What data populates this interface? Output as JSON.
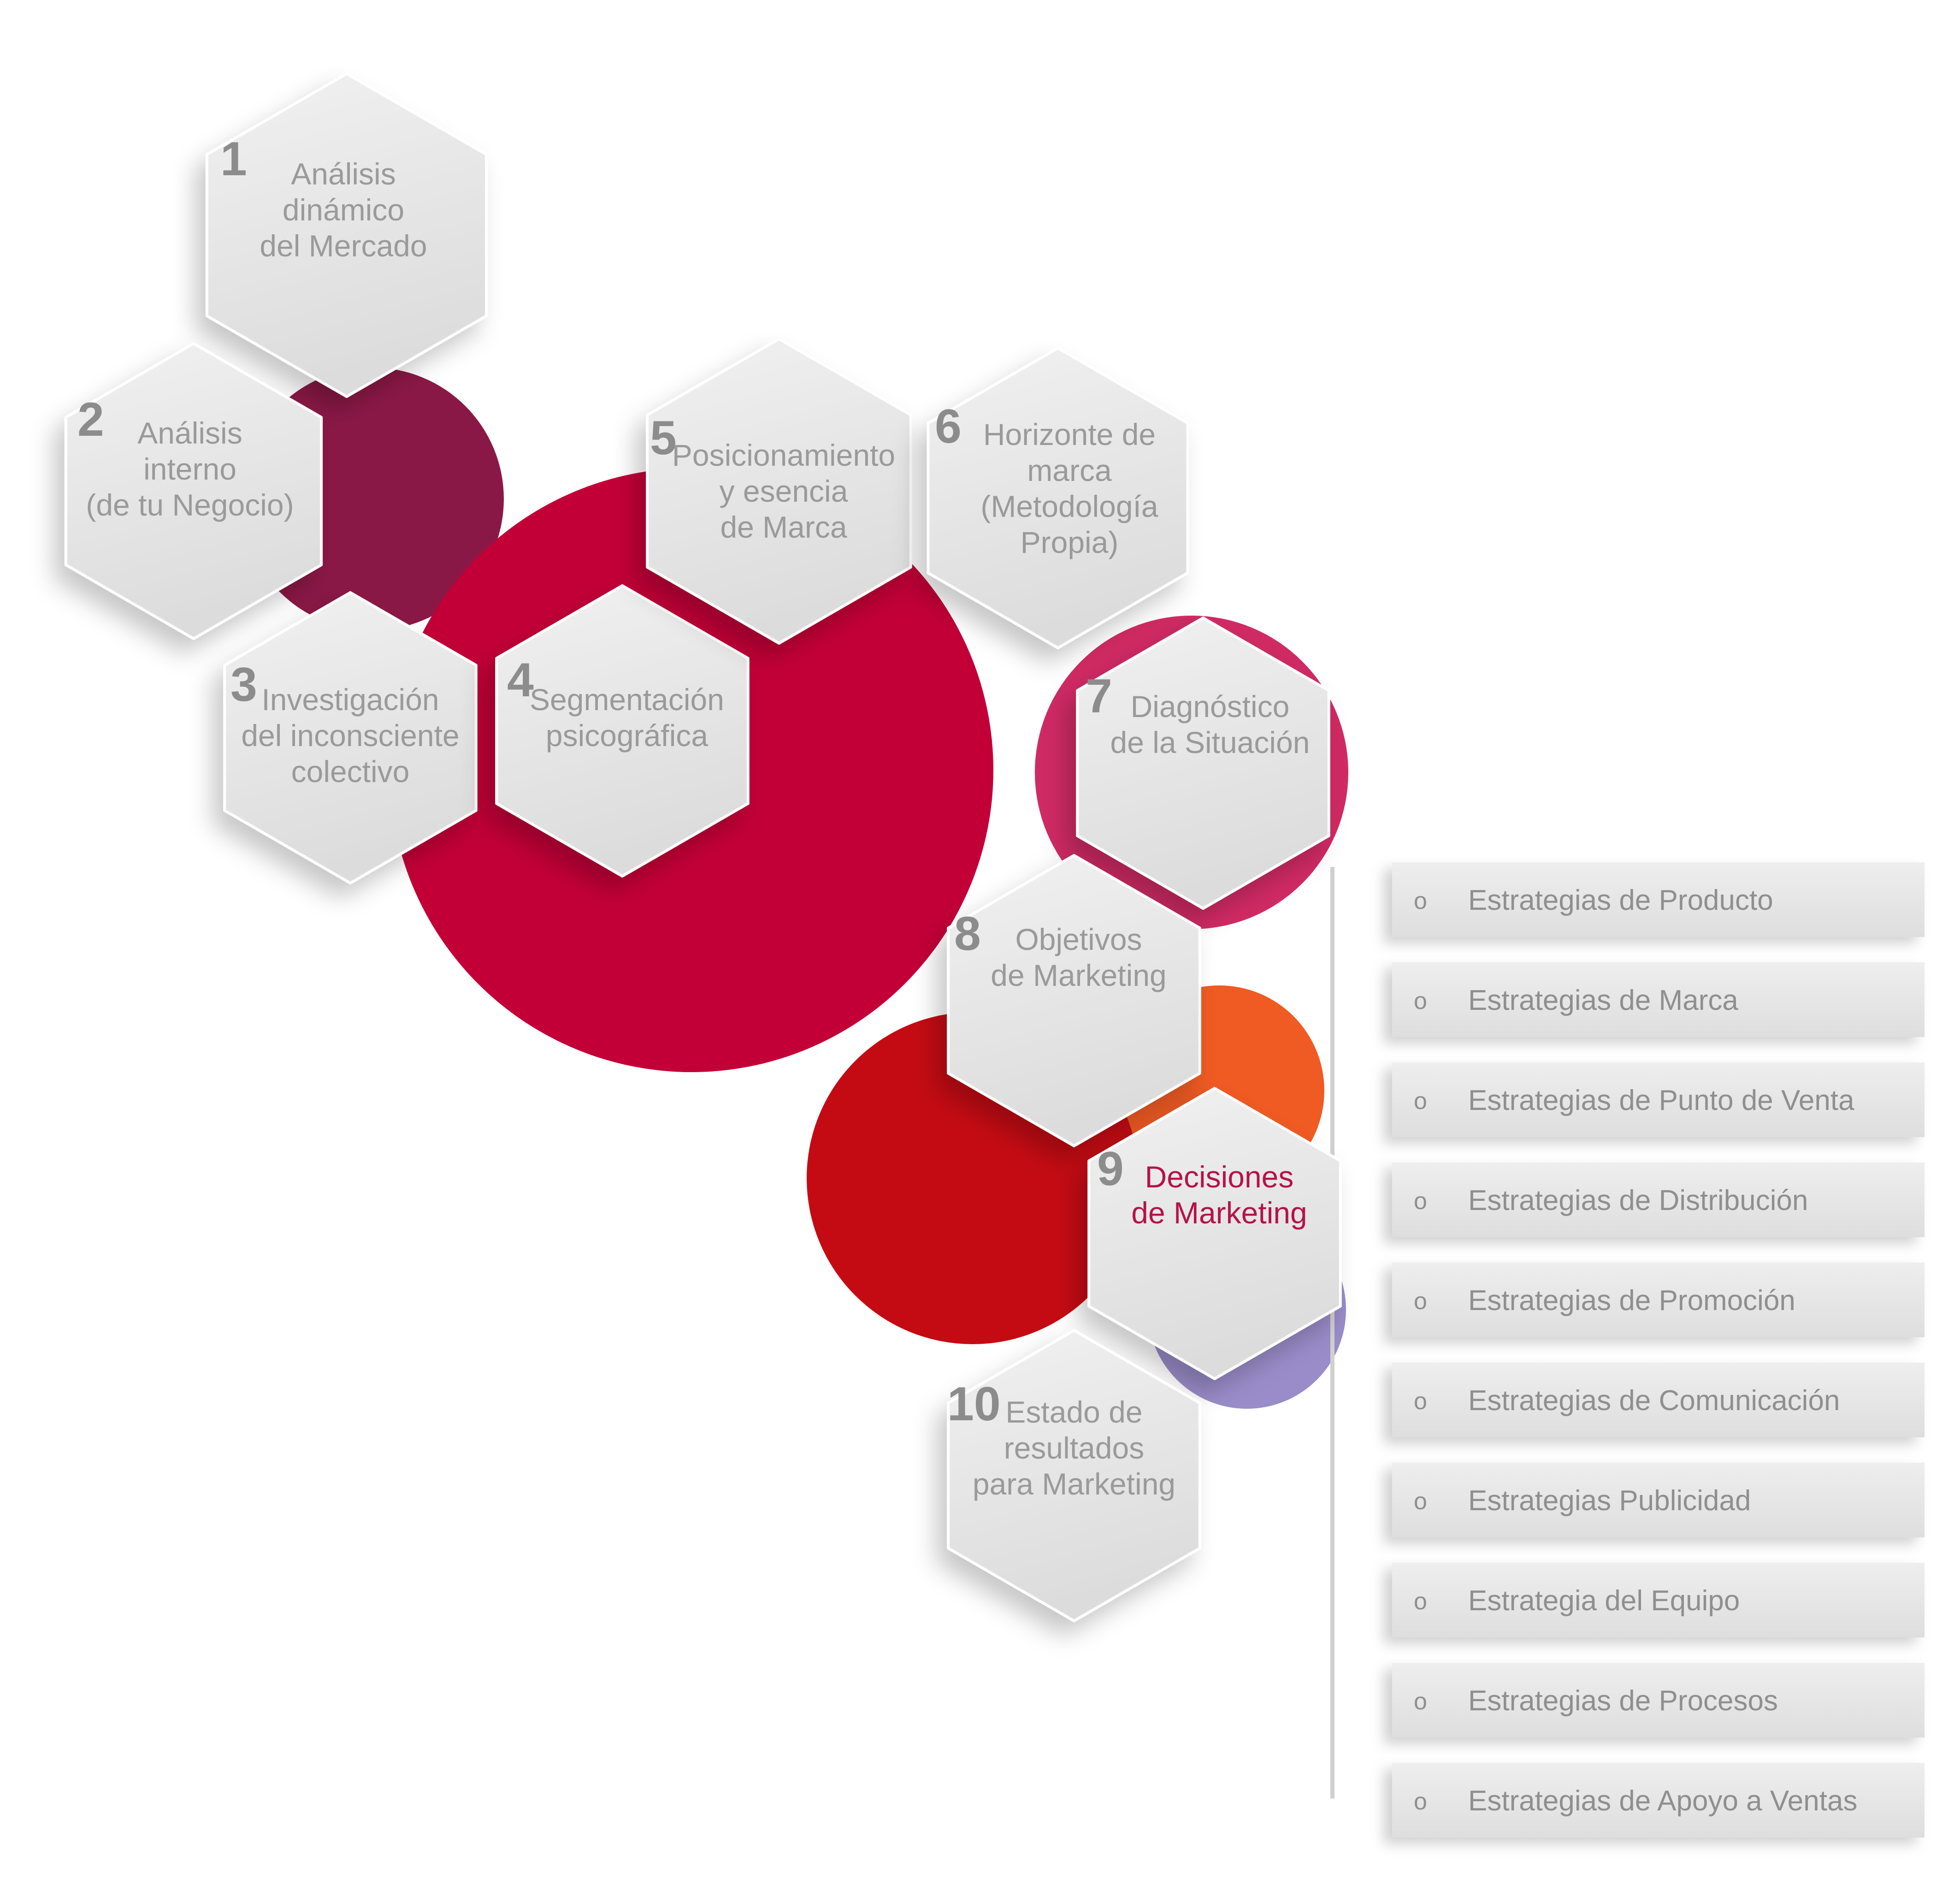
{
  "colors": {
    "circle_plum": "#8a1846",
    "circle_crimson": "#c20037",
    "circle_magenta": "#d02a63",
    "circle_red": "#c40b13",
    "circle_orange": "#f05a23",
    "circle_lavender": "#9a8cc9",
    "hex_fill": "#e2e2e2",
    "text_gray": "#9a9a9a",
    "accent_text": "#b5134a",
    "strategy_bar": "#e4e4e4",
    "connector_line": "#d0d0d0"
  },
  "steps": [
    {
      "number": "1",
      "lines": [
        "Análisis",
        "dinámico",
        "del Mercado"
      ],
      "highlight": false
    },
    {
      "number": "2",
      "lines": [
        "Análisis",
        "interno",
        "(de tu Negocio)"
      ],
      "highlight": false
    },
    {
      "number": "3",
      "lines": [
        "Investigación",
        "del inconsciente",
        "colectivo"
      ],
      "highlight": false
    },
    {
      "number": "4",
      "lines": [
        "Segmentación",
        "psicográfica"
      ],
      "highlight": false
    },
    {
      "number": "5",
      "lines": [
        "Posicionamiento",
        "y esencia",
        "de Marca"
      ],
      "highlight": false
    },
    {
      "number": "6",
      "lines": [
        "Horizonte de",
        "marca",
        "(Metodología",
        "Propia)"
      ],
      "highlight": false
    },
    {
      "number": "7",
      "lines": [
        "Diagnóstico",
        "de la Situación"
      ],
      "highlight": false
    },
    {
      "number": "8",
      "lines": [
        "Objetivos",
        "de Marketing"
      ],
      "highlight": false
    },
    {
      "number": "9",
      "lines": [
        "Decisiones",
        "de Marketing"
      ],
      "highlight": true
    },
    {
      "number": "10",
      "lines": [
        "Estado de",
        "resultados",
        "para Marketing"
      ],
      "highlight": false
    }
  ],
  "strategies": {
    "bullet": "o",
    "items": [
      "Estrategias de Producto",
      "Estrategias de Marca",
      "Estrategias de Punto de Venta",
      "Estrategias de Distribución",
      "Estrategias de Promoción",
      "Estrategias de Comunicación",
      "Estrategias Publicidad",
      "Estrategia del Equipo",
      "Estrategias de Procesos",
      "Estrategias de Apoyo a Ventas"
    ]
  }
}
